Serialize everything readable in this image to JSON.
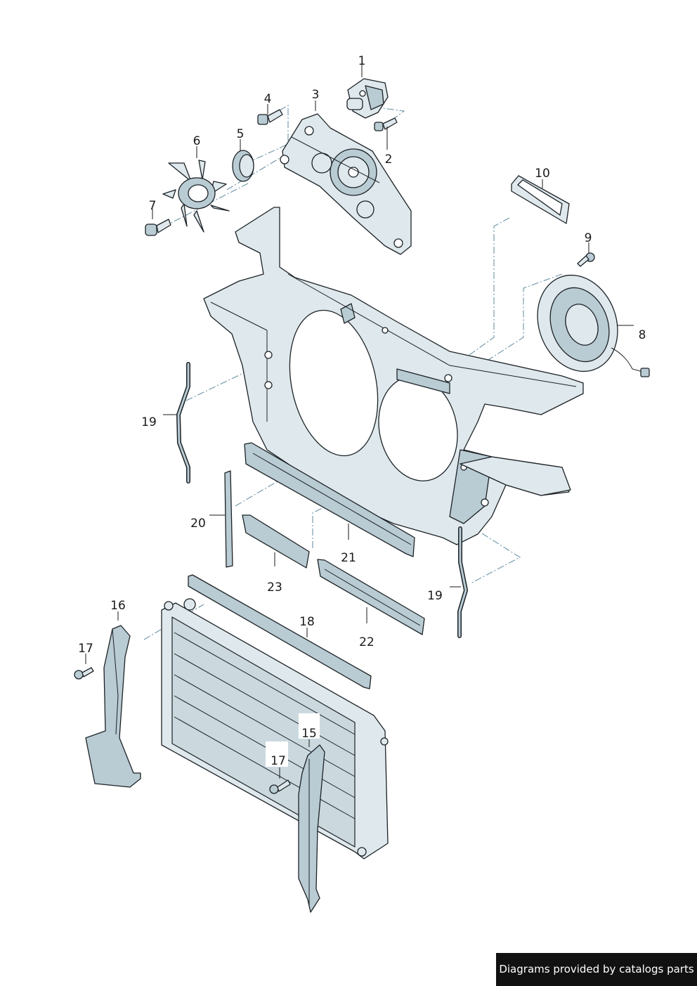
{
  "callouts": {
    "p1": "1",
    "p2": "2",
    "p3": "3",
    "p4": "4",
    "p5": "5",
    "p6": "6",
    "p7": "7",
    "p8": "8",
    "p9": "9",
    "p10": "10",
    "p15": "15",
    "p16": "16",
    "p17a": "17",
    "p17b": "17",
    "p18": "18",
    "p19a": "19",
    "p19b": "19",
    "p20": "20",
    "p21": "21",
    "p22": "22",
    "p23": "23"
  },
  "footer": {
    "credit": "Diagrams provided by catalogs parts"
  },
  "colors": {
    "part_fill": "#dfe8ec",
    "part_shade": "#b9cbd3",
    "leader": "#6d94a8",
    "outline": "#1c2226"
  }
}
